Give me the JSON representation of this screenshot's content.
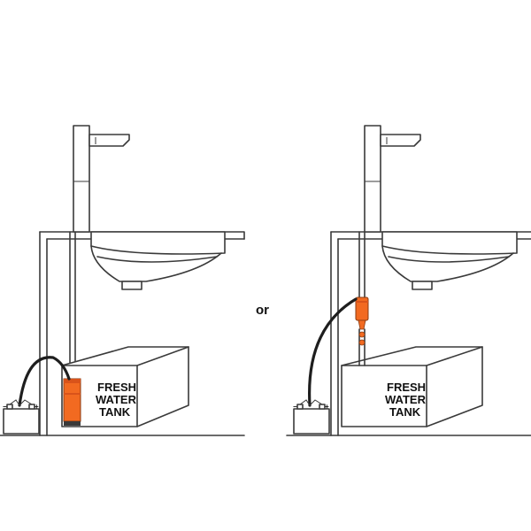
{
  "tank_label": {
    "line1": "FRESH",
    "line2": "WATER",
    "line3": "TANK"
  },
  "separator": "or",
  "battery": {
    "negative": "−",
    "positive": "+"
  },
  "colors": {
    "pump": "#f26a21",
    "pump_dark": "#d9531a",
    "outline": "#3a3a3a",
    "hose": "#1e1e1e"
  },
  "icons": [
    "faucet-icon",
    "sink-basin-icon",
    "battery-icon",
    "submersible-pump-icon",
    "inline-pump-icon"
  ]
}
